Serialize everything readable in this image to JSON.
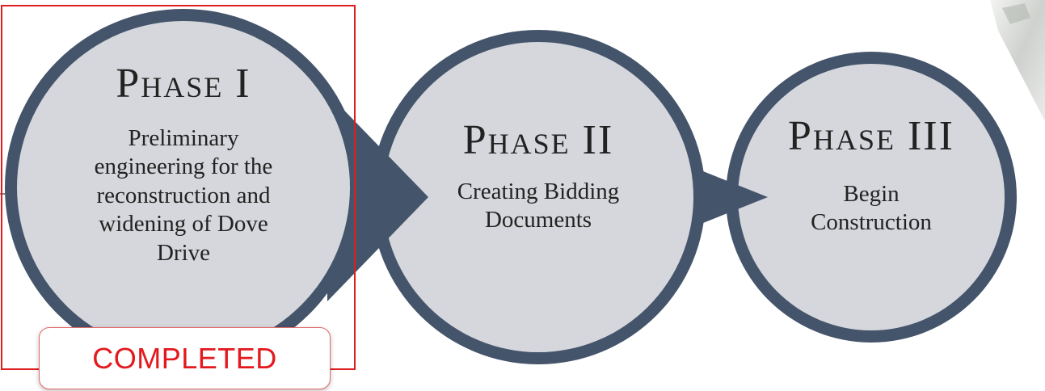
{
  "colors": {
    "ring": "#44546a",
    "circle_fill": "#d5d7dc",
    "highlight": "#e01d1d",
    "completed_text": "#e3191e",
    "text": "#222222"
  },
  "phases": [
    {
      "title": "Phase I",
      "description_lines": [
        "Preliminary",
        "engineering for the",
        "reconstruction and",
        "widening of Dove",
        "Drive"
      ]
    },
    {
      "title": "Phase II",
      "description_lines": [
        "Creating Bidding",
        "Documents"
      ]
    },
    {
      "title": "Phase III",
      "description_lines": [
        "Begin",
        "Construction"
      ]
    }
  ],
  "status_badge": {
    "label": "COMPLETED"
  }
}
